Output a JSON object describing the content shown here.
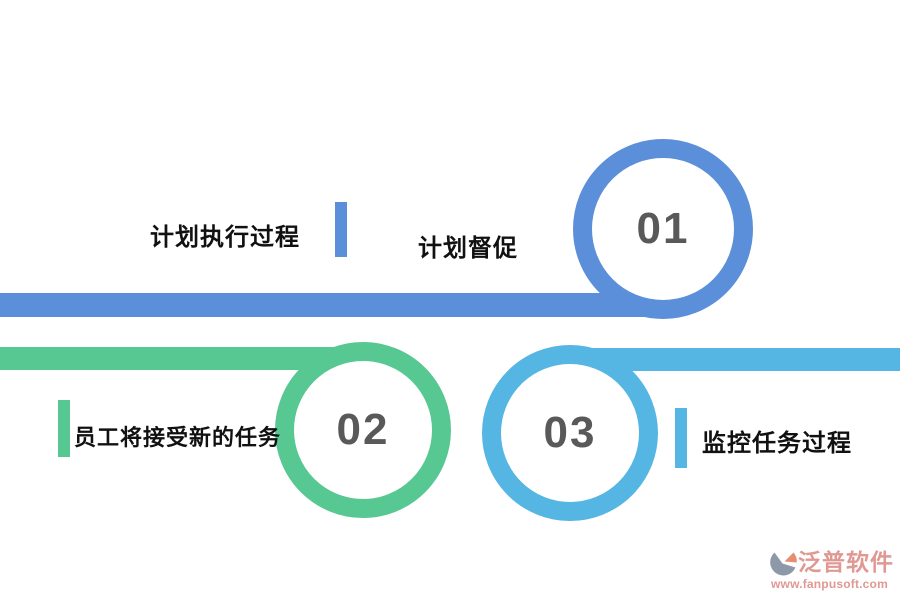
{
  "diagram": {
    "background": "#ffffff",
    "number_color": "#595959",
    "text_color": "#111111",
    "steps": [
      {
        "number": "01",
        "label_left": "计划执行过程",
        "label_right": "计划督促",
        "color": "#5B8FD9"
      },
      {
        "number": "02",
        "label": "员工将接受新的任务",
        "color": "#57C892"
      },
      {
        "number": "03",
        "label": "监控任务过程",
        "color": "#55B5E3"
      }
    ]
  },
  "watermark": {
    "brand": "泛普软件",
    "url": "www.fanpusoft.com",
    "color": "#E09893",
    "icon_gray": "#8D99A8",
    "icon_coral": "#E78D74"
  }
}
